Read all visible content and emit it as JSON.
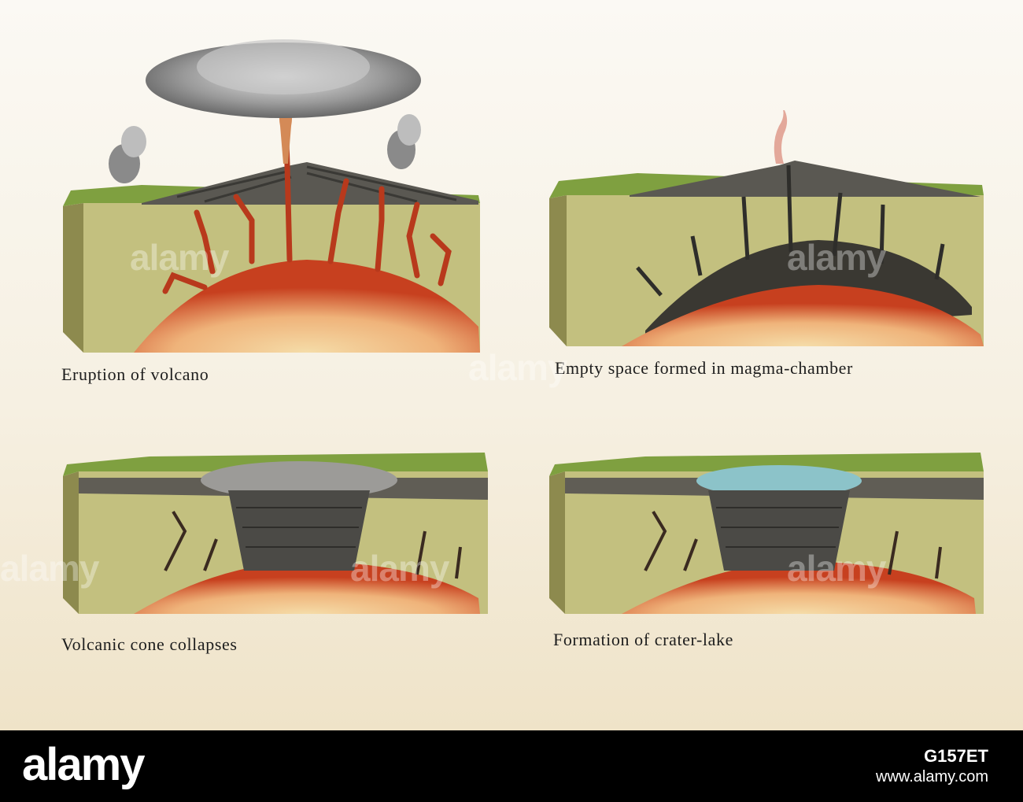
{
  "panels": [
    {
      "id": "eruption",
      "caption": "Eruption of volcano"
    },
    {
      "id": "empty-chamber",
      "caption": "Empty space formed in magma-chamber"
    },
    {
      "id": "cone-collapse",
      "caption": "Volcanic cone collapses"
    },
    {
      "id": "crater-lake",
      "caption": "Formation of crater-lake"
    }
  ],
  "watermark": "alamy",
  "footer": {
    "logo": "alamy",
    "image_id": "G157ET",
    "url": "www.alamy.com"
  },
  "colors": {
    "grass": "#7fa040",
    "soil": "#c2bf7d",
    "rock": "#55534d",
    "lava": "#b8391c",
    "magma": "#f0c48a",
    "lake": "#8cc3c9",
    "footer": "#000000"
  }
}
